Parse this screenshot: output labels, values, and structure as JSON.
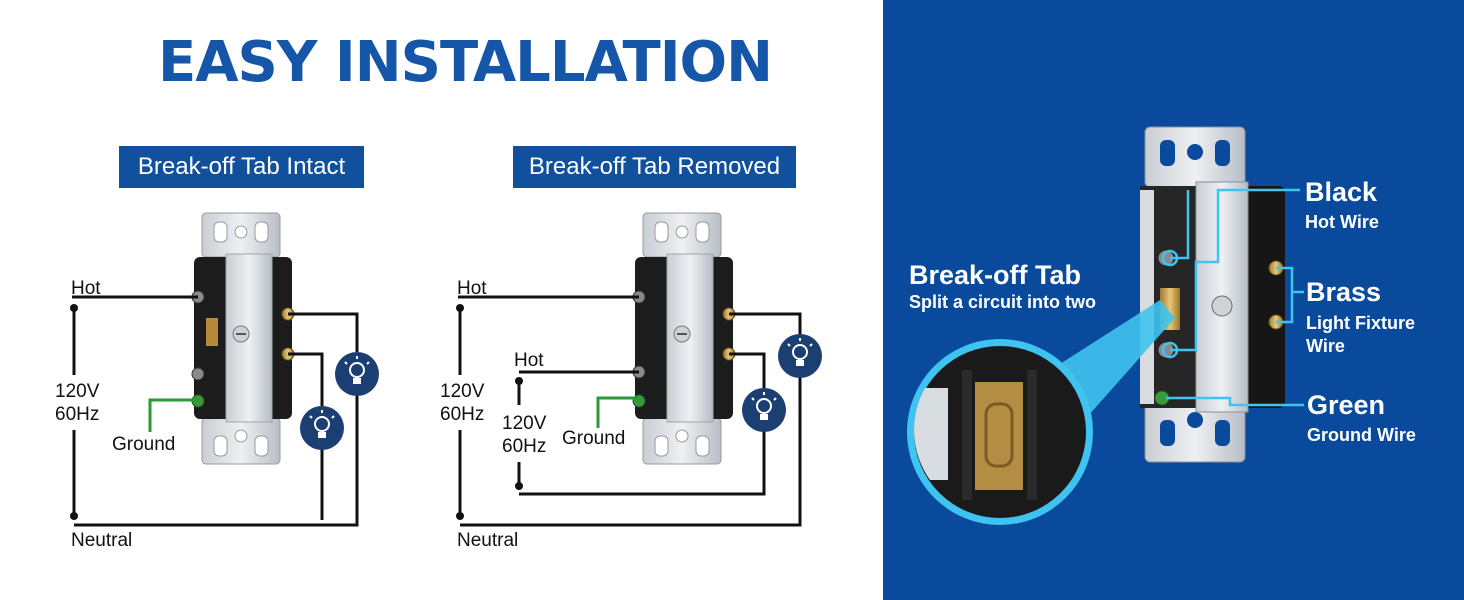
{
  "title": "EASY INSTALLATION",
  "diagram_intact": {
    "label": "Break-off Tab Intact",
    "hot": "Hot",
    "voltage": "120V",
    "frequency": "60Hz",
    "ground": "Ground",
    "neutral": "Neutral"
  },
  "diagram_removed": {
    "label": "Break-off Tab Removed",
    "hot": "Hot",
    "voltage": "120V",
    "frequency": "60Hz",
    "hot2": "Hot",
    "voltage2": "120V",
    "frequency2": "60Hz",
    "ground": "Ground",
    "neutral": "Neutral"
  },
  "callouts": {
    "tab_title": "Break-off Tab",
    "tab_desc": "Split a circuit into two",
    "black_title": "Black",
    "black_desc": "Hot Wire",
    "brass_title": "Brass",
    "brass_desc_1": "Light Fixture",
    "brass_desc_2": "Wire",
    "green_title": "Green",
    "green_desc": "Ground Wire"
  },
  "colors": {
    "brand_blue": "#1656a8",
    "panel_blue": "#0a4a9c",
    "callout_cyan": "#3fc3f0",
    "ground_green": "#2a9a3a"
  },
  "icons": [
    "light-bulb-icon"
  ]
}
